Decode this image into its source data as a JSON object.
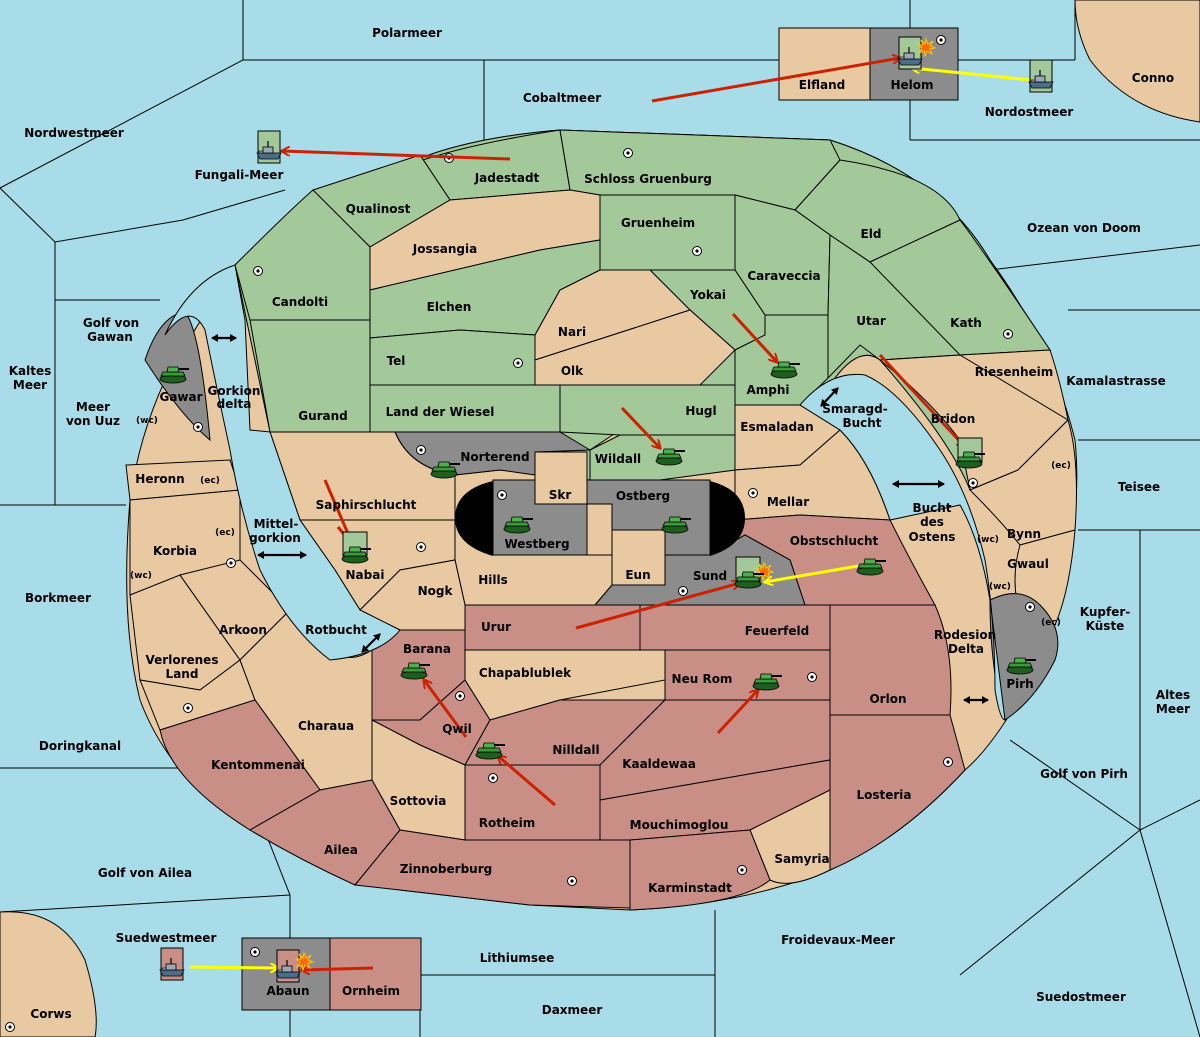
{
  "colors": {
    "sea": "#a9dce9",
    "green": "#a3c99a",
    "tan": "#e9c9a2",
    "red": "#c98f87",
    "gray": "#8c8c8c",
    "order_red": "#cc2200",
    "order_yellow": "#ffff00",
    "tank": "#3c9a3c"
  },
  "icons": {
    "army": "tank-icon",
    "fleet": "ship-icon",
    "supply": "supply-center-icon",
    "dislodge": "explosion-icon",
    "passage": "double-arrow-icon"
  },
  "labels": {
    "polarmeer": "Polarmeer",
    "cobaltmeer": "Cobaltmeer",
    "nordostmeer": "Nordostmeer",
    "conno": "Conno",
    "elfland": "Elfland",
    "helom": "Helom",
    "nordwestmeer": "Nordwestmeer",
    "fungali": "Fungali-Meer",
    "jadestadt": "Jadestadt",
    "schloss": "Schloss Gruenburg",
    "qualinost": "Qualinost",
    "jossangia": "Jossangia",
    "gruenheim": "Gruenheim",
    "eld": "Eld",
    "ozean": "Ozean von Doom",
    "candolti": "Candolti",
    "caraveccia": "Caraveccia",
    "elchen": "Elchen",
    "yokai": "Yokai",
    "utar": "Utar",
    "kath": "Kath",
    "golf_gawan_1": "Golf von",
    "golf_gawan_2": "Gawan",
    "nari": "Nari",
    "tel": "Tel",
    "olk": "Olk",
    "amphi": "Amphi",
    "riesenheim": "Riesenheim",
    "kaltes_1": "Kaltes",
    "kaltes_2": "Meer",
    "gawar": "Gawar",
    "gorkion_1": "Gorkion",
    "gorkion_2": "delta",
    "kamalastrasse": "Kamalastrasse",
    "meer_uuz_1": "Meer",
    "meer_uuz_2": "von Uuz",
    "gurand": "Gurand",
    "land_wiesel": "Land der Wiesel",
    "hugl": "Hugl",
    "smaragd_1": "Smaragd-",
    "smaragd_2": "Bucht",
    "bridon": "Bridon",
    "esmaladan": "Esmaladan",
    "norterend": "Norterend",
    "wildall": "Wildall",
    "heronn": "Heronn",
    "teisee": "Teisee",
    "skr": "Skr",
    "ostberg": "Ostberg",
    "mellar": "Mellar",
    "saphirschlucht": "Saphirschlucht",
    "bucht_ostens_1": "Bucht",
    "bucht_ostens_2": "des",
    "bucht_ostens_3": "Ostens",
    "mittel_1": "Mittel-",
    "mittel_2": "gorkion",
    "westberg": "Westberg",
    "obstschlucht": "Obstschlucht",
    "bynn": "Bynn",
    "korbia": "Korbia",
    "nabai": "Nabai",
    "eun": "Eun",
    "gwaul": "Gwaul",
    "hills": "Hills",
    "sund": "Sund",
    "nogk": "Nogk",
    "borkmeer": "Borkmeer",
    "kupfer_1": "Kupfer-",
    "kupfer_2": "Küste",
    "urur": "Urur",
    "arkoon": "Arkoon",
    "rotbucht": "Rotbucht",
    "feuerfeld": "Feuerfeld",
    "rodesion_1": "Rodesion",
    "rodesion_2": "Delta",
    "barana": "Barana",
    "chapablublek": "Chapablublek",
    "verlorenes_1": "Verlorenes",
    "verlorenes_2": "Land",
    "neu_rom": "Neu Rom",
    "pirh": "Pirh",
    "altes_1": "Altes",
    "altes_2": "Meer",
    "orlon": "Orlon",
    "charaua": "Charaua",
    "qwil": "Qwil",
    "doringkanal": "Doringkanal",
    "nilldall": "Nilldall",
    "kentommenai": "Kentommenai",
    "kaaldewaa": "Kaaldewaa",
    "golf_pirh": "Golf von Pirh",
    "losteria": "Losteria",
    "sottovia": "Sottovia",
    "rotheim": "Rotheim",
    "mouchimoglou": "Mouchimoglou",
    "ailea": "Ailea",
    "samyria": "Samyria",
    "golf_ailea": "Golf von Ailea",
    "zinnoberburg": "Zinnoberburg",
    "karminstadt": "Karminstadt",
    "suedwestmeer": "Suedwestmeer",
    "froidevaux": "Froidevaux-Meer",
    "lithiumsee": "Lithiumsee",
    "abaun": "Abaun",
    "ornheim": "Ornheim",
    "suedostmeer": "Suedostmeer",
    "corws": "Corws",
    "daxmeer": "Daxmeer"
  },
  "coasts": {
    "gawar_wc": "(wc)",
    "heronn_ec": "(ec)",
    "korbia_ec": "(ec)",
    "korbia_wc": "(wc)",
    "bynn_ec": "(ec)",
    "bynn_wc": "(wc)",
    "gwaul_wc": "(wc)",
    "gwaul_ec": "(ec)"
  }
}
